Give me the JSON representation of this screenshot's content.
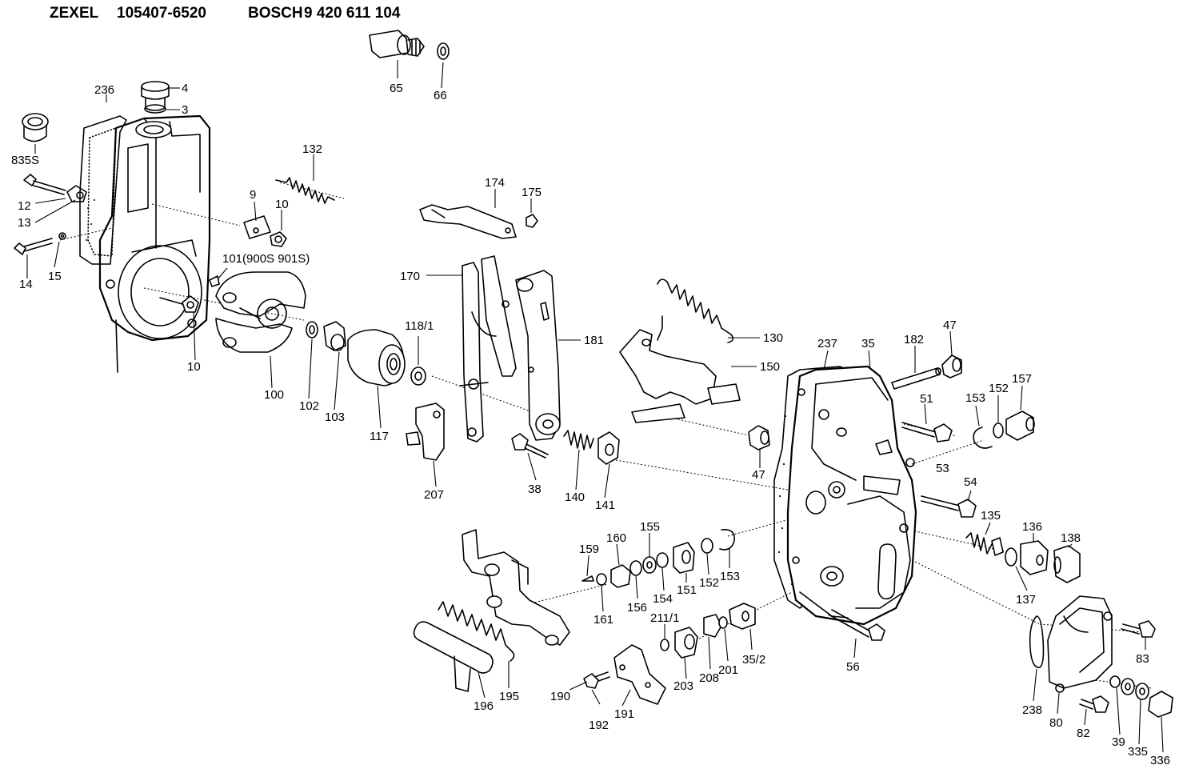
{
  "header": {
    "brand1": "ZEXEL",
    "part1": "105407-6520",
    "brand2": "BOSCH",
    "part2": "9 420 611 104"
  },
  "labels": {
    "p4": "4",
    "p3": "3",
    "p236": "236",
    "p835S": "835S",
    "p12": "12",
    "p13": "13",
    "p14": "14",
    "p15": "15",
    "p9": "9",
    "p10a": "10",
    "p10b": "10",
    "p132": "132",
    "p101": "101(900S 901S)",
    "p65": "65",
    "p66": "66",
    "p100": "100",
    "p102": "102",
    "p103": "103",
    "p117": "117",
    "p118_1": "118/1",
    "p170": "170",
    "p174": "174",
    "p175": "175",
    "p181": "181",
    "p207": "207",
    "p38": "38",
    "p140": "140",
    "p141": "141",
    "p130": "130",
    "p150": "150",
    "p237": "237",
    "p35": "35",
    "p182": "182",
    "p47a": "47",
    "p47b": "47",
    "p51": "51",
    "p153a": "153",
    "p152a": "152",
    "p157": "157",
    "p53": "53",
    "p54": "54",
    "p135": "135",
    "p136": "136",
    "p138": "138",
    "p137": "137",
    "p159": "159",
    "p160": "160",
    "p155": "155",
    "p156": "156",
    "p154": "154",
    "p151": "151",
    "p152b": "152",
    "p153b": "153",
    "p161": "161",
    "p211_1": "211/1",
    "p203": "203",
    "p208": "208",
    "p201": "201",
    "p35_2": "35/2",
    "p56": "56",
    "p238": "238",
    "p80": "80",
    "p82": "82",
    "p83": "83",
    "p39": "39",
    "p335": "335",
    "p336": "336",
    "p190": "190",
    "p191": "191",
    "p192": "192",
    "p195": "195",
    "p196": "196"
  }
}
